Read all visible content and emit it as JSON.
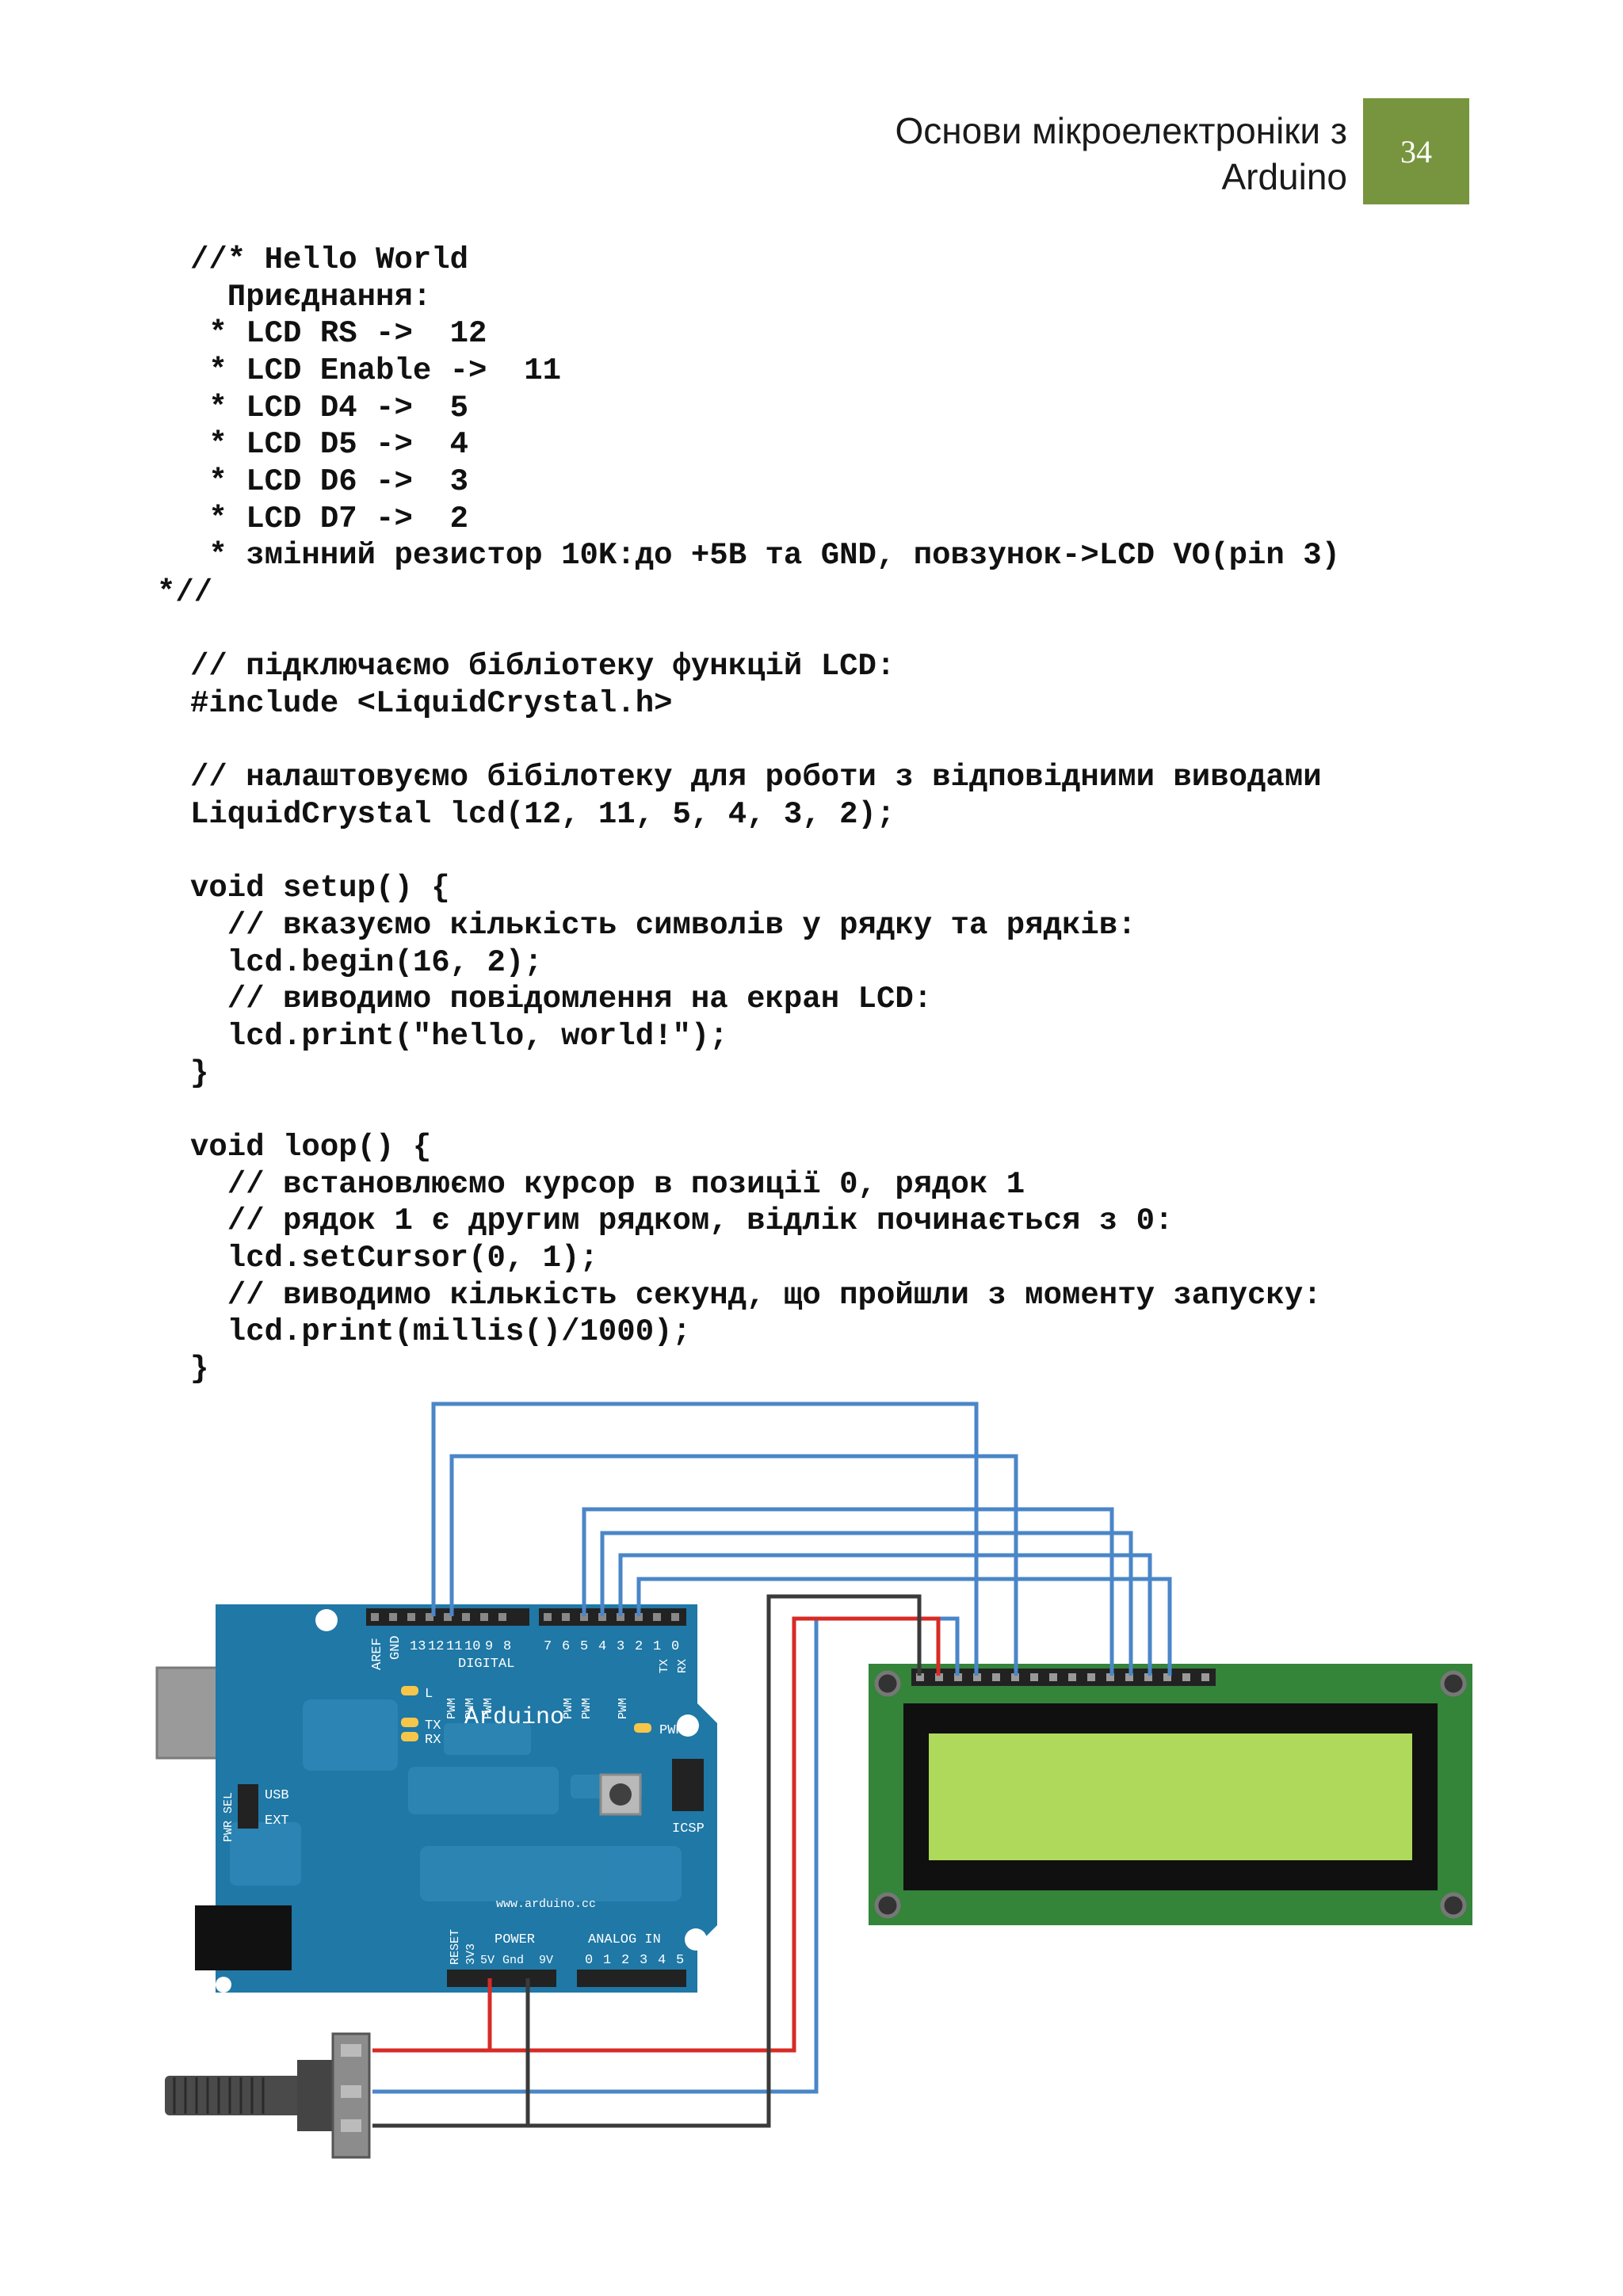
{
  "header": {
    "title_line1": "Основи мікроелектроніки з",
    "title_line2": "Arduino",
    "page_number": "34",
    "badge_color": "#77953e"
  },
  "code_lines": [
    "//* Hello World",
    "  Приєднання:",
    " * LCD RS ->  12",
    " * LCD Enable ->  11",
    " * LCD D4 ->  5",
    " * LCD D5 ->  4",
    " * LCD D6 ->  3",
    " * LCD D7 ->  2",
    " * змінний резистор 10K:до +5В та GND, повзунок->LCD VO(pin 3)",
    "*//",
    "// підключаємо бібліотеку функцій LCD:",
    "#include <LiquidCrystal.h>",
    "// налаштовуємо бібілотеку для роботи з відповідними виводами",
    "LiquidCrystal lcd(12, 11, 5, 4, 3, 2);",
    "void setup() {",
    "  // вказуємо кількість символів у рядку та рядків:",
    "  lcd.begin(16, 2);",
    "  // виводимо повідомлення на екран LCD:",
    "  lcd.print(\"hello, world!\");",
    "}",
    "void loop() {",
    "  // встановлюємо курсор в позиції 0, рядок 1",
    "  // рядок 1 є другим рядком, відлік починається з 0:",
    "  lcd.setCursor(0, 1);",
    "  // виводимо кількість секунд, що пройшли з моменту запуску:",
    "  lcd.print(millis()/1000);",
    "}"
  ],
  "arduino": {
    "brand": "Arduino",
    "url": "www.arduino.cc",
    "digital_label": "DIGITAL",
    "digital_pins": [
      "AREF",
      "GND",
      "13",
      "12",
      "11",
      "10",
      "9",
      "8",
      "7",
      "6",
      "5",
      "4",
      "3",
      "2",
      "1",
      "0"
    ],
    "tx_label": "TX",
    "rx_label": "RX",
    "pwr_label": "PWR",
    "led_l_label": "L",
    "pwr_sel_label": "PWR SEL",
    "usb_label": "USB",
    "ext_label": "EXT",
    "icsp_label": "ICSP",
    "reset_label": "RESET",
    "power_label": "POWER",
    "power_pins": [
      "3V3",
      "5V",
      "Gnd",
      "9V"
    ],
    "analog_label": "ANALOG IN",
    "analog_pins": [
      "0",
      "1",
      "2",
      "3",
      "4",
      "5"
    ],
    "pwm_label": "PWM",
    "board_color": "#1f78a6",
    "board_light_color": "#2e87b6"
  },
  "lcd": {
    "pcb_color": "#34843a",
    "screen_color": "#afd95a",
    "bezel_color": "#101010"
  },
  "wires": {
    "data_color": "#4a86c8",
    "power_color": "#d72b26",
    "ground_color": "#3a3a3a"
  }
}
